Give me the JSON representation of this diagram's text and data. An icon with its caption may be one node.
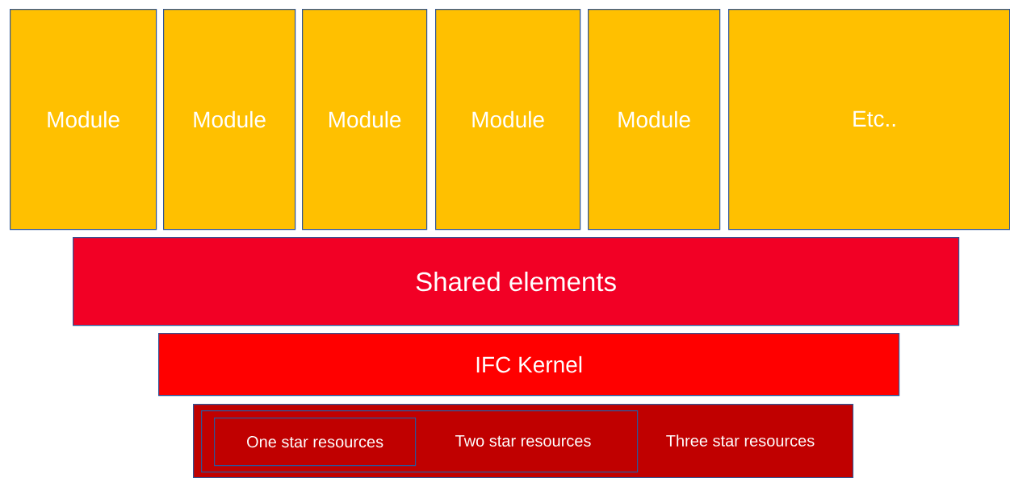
{
  "diagram": {
    "nodes": [
      {
        "text": [
          "Module"
        ]
      },
      {
        "text": [
          "Module"
        ]
      },
      {
        "text": [
          "Module"
        ]
      },
      {
        "text": [
          "Module"
        ]
      },
      {
        "text": [
          "Module"
        ]
      },
      {
        "text": [
          "Etc.."
        ]
      },
      {
        "text": [
          "Shared elements"
        ]
      },
      {
        "text": [
          "IFC Kernel"
        ]
      },
      {
        "text": [
          "Three star resources"
        ]
      },
      {
        "text": [
          "Two star resources"
        ],
        "in": 8
      },
      {
        "text": [
          "One star resources"
        ],
        "in": 9
      }
    ]
  }
}
